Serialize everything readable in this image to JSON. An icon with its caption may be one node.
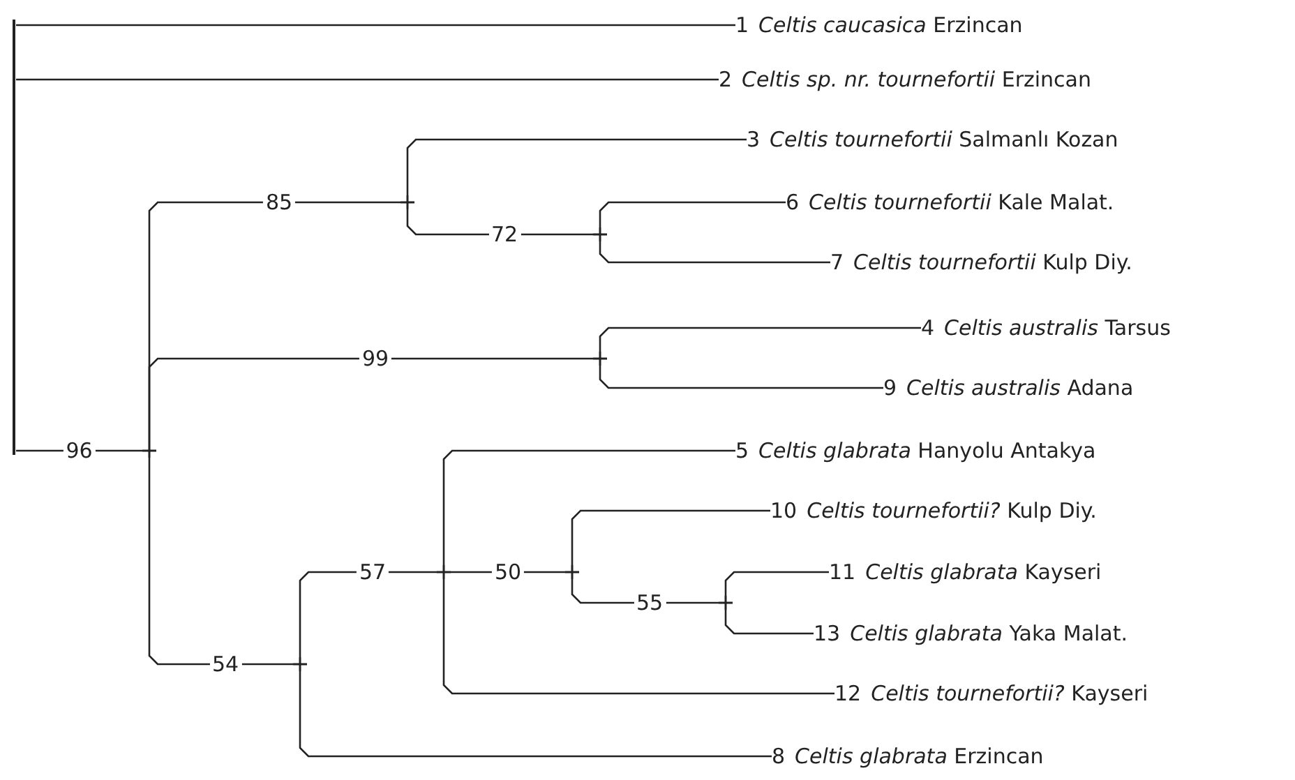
{
  "diagram": {
    "nodes": [
      {
        "text": [
          "1",
          "*Celtis caucasica* Erzincan"
        ]
      },
      {
        "text": [
          "2",
          "*Celtis sp. nr. tournefortii* Erzincan"
        ]
      },
      {
        "text": [
          "3",
          "*Celtis tournefortii* Salmanlı Kozan"
        ]
      },
      {
        "text": [
          "6",
          "*Celtis tournefortii* Kale Malat."
        ]
      },
      {
        "text": [
          "7",
          "*Celtis tournefortii* Kulp Diy."
        ]
      },
      {
        "text": [
          "4",
          "*Celtis australis* Tarsus"
        ]
      },
      {
        "text": [
          "9",
          "*Celtis australis* Adana"
        ]
      },
      {
        "text": [
          "5",
          "*Celtis glabrata* Hanyolu Antakya"
        ]
      },
      {
        "text": [
          "10",
          "*Celtis tournefortii?* Kulp Diy."
        ]
      },
      {
        "text": [
          "11",
          "*Celtis glabrata* Kayseri"
        ]
      },
      {
        "text": [
          "13",
          "*Celtis glabrata* Yaka Malat."
        ]
      },
      {
        "text": [
          "12",
          "*Celtis tournefortii?* Kayseri"
        ]
      },
      {
        "text": [
          "8",
          "*Celtis glabrata* Erzincan"
        ]
      },
      {
        "text": [],
        "shape": "bar"
      },
      {
        "text": [],
        "shape": "cross"
      },
      {
        "text": [],
        "shape": "cross"
      },
      {
        "text": [],
        "shape": "cross"
      },
      {
        "text": [],
        "shape": "cross"
      },
      {
        "text": [],
        "shape": "cross"
      },
      {
        "text": [],
        "shape": "cross"
      },
      {
        "text": [],
        "shape": "cross"
      },
      {
        "text": [],
        "shape": "cross"
      }
    ],
    "edges": [
      {
        "from": 13,
        "to": 0,
        "arrow": "none"
      },
      {
        "from": 13,
        "to": 1,
        "arrow": "none"
      },
      {
        "from": 13,
        "to": 14,
        "arrow": "none",
        "label": "96"
      },
      {
        "from": 14,
        "to": 15,
        "arrow": "none",
        "label": "85"
      },
      {
        "from": 14,
        "to": 17,
        "arrow": "none",
        "label": "99"
      },
      {
        "from": 14,
        "to": 18,
        "arrow": "none",
        "label": "54"
      },
      {
        "from": 15,
        "to": 2,
        "arrow": "none"
      },
      {
        "from": 15,
        "to": 16,
        "arrow": "none",
        "label": "72"
      },
      {
        "from": 16,
        "to": 3,
        "arrow": "none"
      },
      {
        "from": 16,
        "to": 4,
        "arrow": "none"
      },
      {
        "from": 17,
        "to": 5,
        "arrow": "none"
      },
      {
        "from": 17,
        "to": 6,
        "arrow": "none"
      },
      {
        "from": 18,
        "to": 19,
        "arrow": "none",
        "label": "57"
      },
      {
        "from": 18,
        "to": 12,
        "arrow": "none"
      },
      {
        "from": 19,
        "to": 7,
        "arrow": "none"
      },
      {
        "from": 19,
        "to": 20,
        "arrow": "none",
        "label": "50"
      },
      {
        "from": 19,
        "to": 11,
        "arrow": "none"
      },
      {
        "from": 20,
        "to": 8,
        "arrow": "none"
      },
      {
        "from": 20,
        "to": 21,
        "arrow": "none",
        "label": "55"
      },
      {
        "from": 21,
        "to": 9,
        "arrow": "none"
      },
      {
        "from": 21,
        "to": 10,
        "arrow": "none"
      }
    ]
  }
}
